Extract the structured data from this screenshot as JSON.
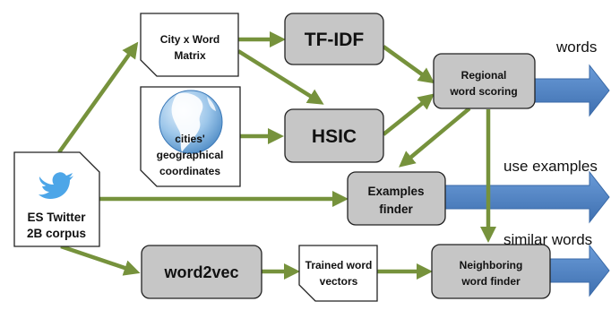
{
  "diagram": {
    "nodes": {
      "corpus": [
        "ES Twitter",
        "2B corpus"
      ],
      "matrix": [
        "City x Word",
        "Matrix"
      ],
      "coords": [
        "cities'",
        "geographical",
        "coordinates"
      ],
      "tfidf": "TF-IDF",
      "hsic": "HSIC",
      "regional": [
        "Regional",
        "word scoring"
      ],
      "examples": [
        "Examples",
        "finder"
      ],
      "word2vec": "word2vec",
      "trained": [
        "Trained word",
        "vectors"
      ],
      "neighbor": [
        "Neighboring",
        "word finder"
      ]
    },
    "outputs": {
      "words": "words",
      "use_examples": "use examples",
      "similar_words": "similar words"
    },
    "icons": {
      "corpus": "twitter-bird-icon",
      "coords": "globe-icon"
    },
    "colors": {
      "arrow": "#76923c",
      "process_fill": "#c6c6c6",
      "output_arrow": "#4f81bd",
      "twitter": "#4da6e8",
      "globe": "#3a86c8"
    }
  }
}
